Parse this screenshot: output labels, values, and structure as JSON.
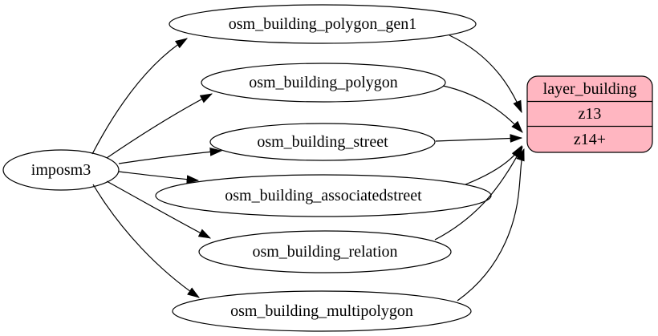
{
  "diagram": {
    "background": "#ffffff",
    "edge_color": "#000000",
    "table_node_fill": "#ffffff",
    "source_node": {
      "label": "imposm3"
    },
    "table_nodes": [
      {
        "label": "osm_building_polygon_gen1"
      },
      {
        "label": "osm_building_polygon"
      },
      {
        "label": "osm_building_street"
      },
      {
        "label": "osm_building_associatedstreet"
      },
      {
        "label": "osm_building_relation"
      },
      {
        "label": "osm_building_multipolygon"
      }
    ],
    "layer_node": {
      "title": "layer_building",
      "rows": [
        {
          "label": "z13"
        },
        {
          "label": "z14+"
        }
      ],
      "fill": "#ffb6c1",
      "stroke": "#000000"
    },
    "edges": [
      {
        "from": "imposm3",
        "to": "osm_building_polygon_gen1"
      },
      {
        "from": "imposm3",
        "to": "osm_building_polygon"
      },
      {
        "from": "imposm3",
        "to": "osm_building_street"
      },
      {
        "from": "imposm3",
        "to": "osm_building_associatedstreet"
      },
      {
        "from": "imposm3",
        "to": "osm_building_relation"
      },
      {
        "from": "imposm3",
        "to": "osm_building_multipolygon"
      },
      {
        "from": "osm_building_polygon_gen1",
        "to": "layer_building",
        "row": "z13"
      },
      {
        "from": "osm_building_polygon",
        "to": "layer_building",
        "row": "z14+"
      },
      {
        "from": "osm_building_street",
        "to": "layer_building",
        "row": "z14+"
      },
      {
        "from": "osm_building_associatedstreet",
        "to": "layer_building",
        "row": "z14+"
      },
      {
        "from": "osm_building_relation",
        "to": "layer_building",
        "row": "z14+"
      },
      {
        "from": "osm_building_multipolygon",
        "to": "layer_building",
        "row": "z14+"
      }
    ]
  }
}
